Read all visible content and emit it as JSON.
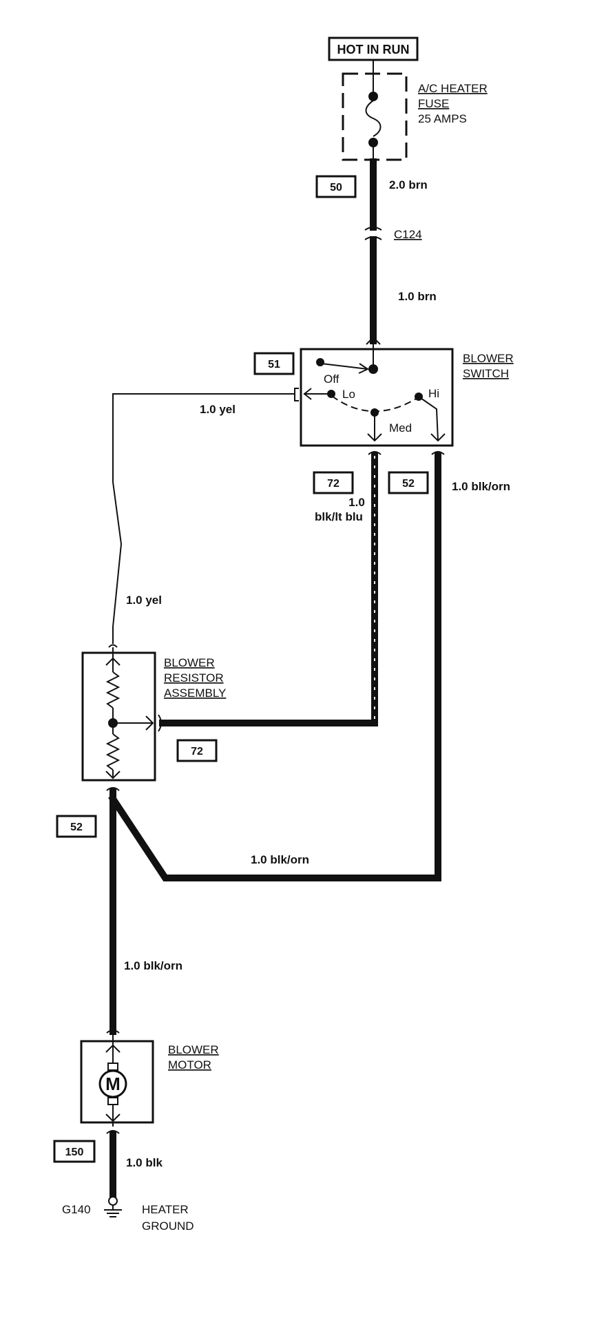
{
  "power_label": "HOT IN RUN",
  "fuse": {
    "name_line1": "A/C HEATER",
    "name_line2": "FUSE",
    "rating": "25 AMPS"
  },
  "connector_c124": "C124",
  "circuits": {
    "c50": "50",
    "c51": "51",
    "c72_top": "72",
    "c52_top": "52",
    "c72_resistor": "72",
    "c52_bottom": "52",
    "c150": "150"
  },
  "wires": {
    "w_2_0_brn": "2.0 brn",
    "w_1_0_brn": "1.0 brn",
    "w_1_0_yel_top": "1.0 yel",
    "w_1_0_yel_left": "1.0 yel",
    "w_1_0_blk_lt_blu_line1": "1.0",
    "w_1_0_blk_lt_blu_line2": "blk/lt blu",
    "w_1_0_blk_orn_right": "1.0 blk/orn",
    "w_1_0_blk_orn_middle": "1.0 blk/orn",
    "w_1_0_blk_orn_left": "1.0 blk/orn",
    "w_1_0_blk": "1.0 blk"
  },
  "switch": {
    "name_line1": "BLOWER",
    "name_line2": "SWITCH",
    "pos_off": "Off",
    "pos_lo": "Lo",
    "pos_med": "Med",
    "pos_hi": "Hi"
  },
  "resistor": {
    "name_line1": "BLOWER",
    "name_line2": "RESISTOR",
    "name_line3": "ASSEMBLY"
  },
  "motor": {
    "name_line1": "BLOWER",
    "name_line2": "MOTOR",
    "symbol": "M"
  },
  "ground": {
    "id": "G140",
    "name_line1": "HEATER",
    "name_line2": "GROUND"
  }
}
